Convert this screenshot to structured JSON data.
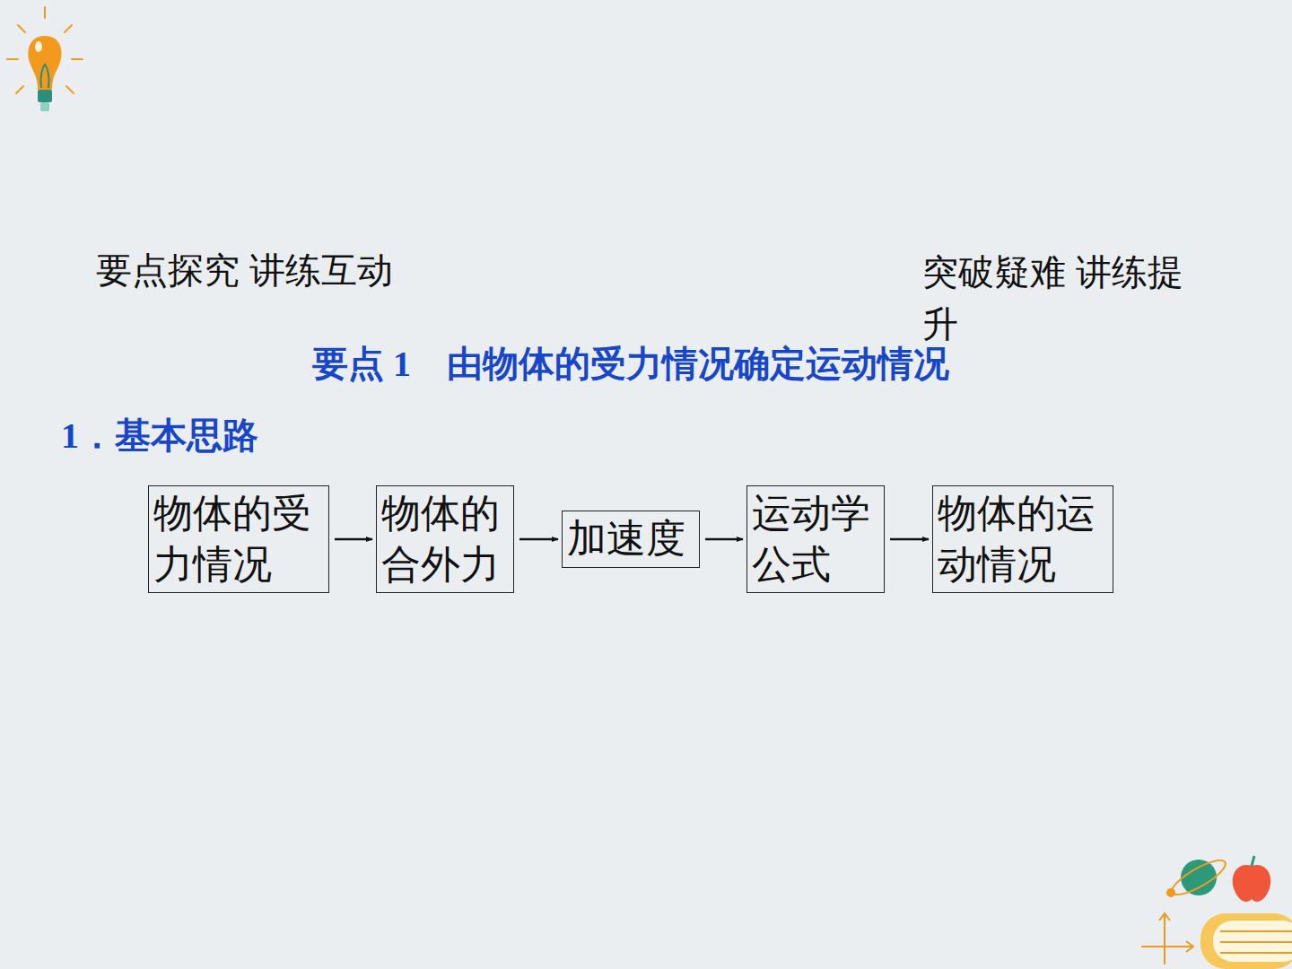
{
  "diagram": {
    "title": "要点 1　由物体的受力情况确定运动情况",
    "nodes": [
      {
        "text": [
          "物体的受力情况"
        ]
      },
      {
        "text": [
          "物体的合外力"
        ]
      },
      {
        "text": [
          "加速度"
        ]
      },
      {
        "text": [
          "运动学公式"
        ]
      },
      {
        "text": [
          "物体的运动情况"
        ]
      }
    ],
    "edges": [
      {
        "from": 0,
        "to": 1,
        "arrow": "to"
      },
      {
        "from": 1,
        "to": 2,
        "arrow": "to"
      },
      {
        "from": 2,
        "to": 3,
        "arrow": "to"
      },
      {
        "from": 3,
        "to": 4,
        "arrow": "to"
      }
    ],
    "labels": [
      "要点探究 讲练互动",
      "突破疑难 讲练提升",
      "1．基本思路"
    ]
  }
}
